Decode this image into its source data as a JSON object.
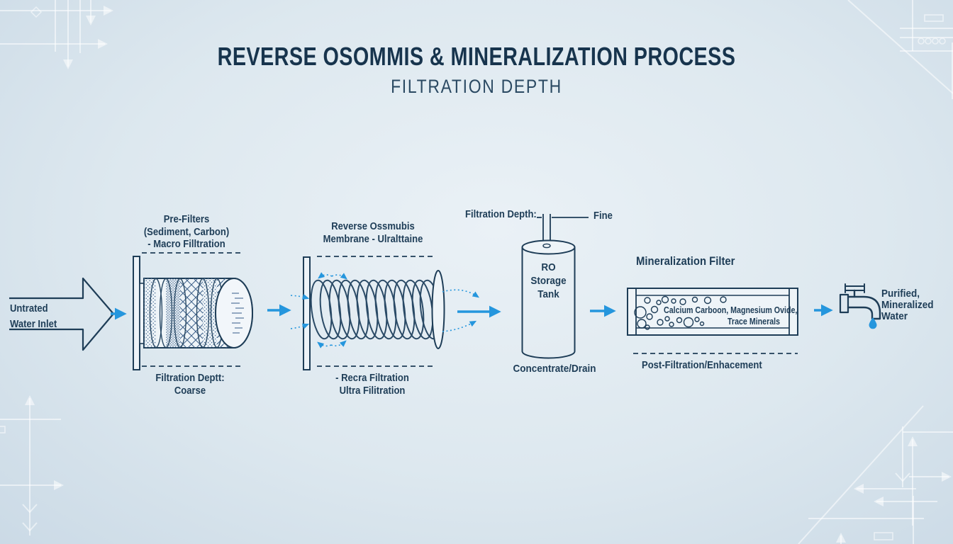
{
  "header": {
    "title": "REVERSE OSOMMIS & MINERALIZATION PROCESS",
    "subtitle": "FILTRATION DEPTH"
  },
  "colors": {
    "background": "#dde8ef",
    "ink": "#1e3d57",
    "accent": "#2596dd",
    "texture": "#54759b",
    "decor_lines": "#ffffff"
  },
  "icons": {
    "outlet_tap": "faucet-icon",
    "outlet_drop": "water-drop-icon",
    "flow": "flow-arrow-icon"
  },
  "inlet": {
    "line1": "Untrated",
    "line2": "Water Inlet"
  },
  "prefilter": {
    "heading1": "Pre-Filters",
    "heading2": "(Sediment, Carbon)",
    "heading3": "- Macro Filltration",
    "caption1": "Filtration Deptt:",
    "caption2": "Coarse"
  },
  "membrane": {
    "heading1": "Reverse Ossmubis",
    "heading2": "Membrane - Ulralttaine",
    "caption1": "- Recra Filtration",
    "caption2": "Ultra Filitration"
  },
  "tank": {
    "depth_label": "Filtration Depth:",
    "depth_value": "Fine",
    "name1": "RO",
    "name2": "Storage",
    "name3": "Tank",
    "caption": "Concentrate/Drain"
  },
  "mineralization": {
    "heading": "Mineralization Filter",
    "content1": "Calcium Carboon, Magnesium Ovide,",
    "content2": "Trace Minerals",
    "caption": "Post-Filtration/Enhacement"
  },
  "outlet": {
    "line1": "Purified,",
    "line2": "Mineralized",
    "line3": "Water"
  }
}
